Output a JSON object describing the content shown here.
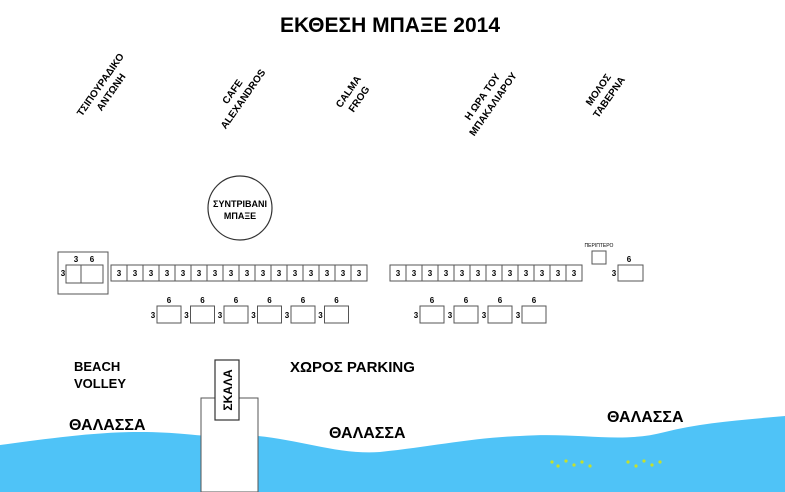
{
  "title": "ΕΚΘΕΣΗ ΜΠΑΞΕ 2014",
  "businesses": [
    {
      "line1": "ΤΣΙΠΟΥΡΑΔΙΚΟ",
      "line2": "ΑΝΤΩΝΗ"
    },
    {
      "line1": "CAFE",
      "line2": "ALEXANDROS"
    },
    {
      "line1": "CALMA",
      "line2": "FROG"
    },
    {
      "line1": "Η ΩΡΑ ΤΟΥ",
      "line2": "ΜΠΑΚΑΛΙΑΡΟΥ"
    },
    {
      "line1": "ΜΟΛΟΣ",
      "line2": "ΤΑΒΕΡΝΑ"
    }
  ],
  "fountain": {
    "line1": "ΣΥΝΤΡΙΒΑΝΙ",
    "line2": "ΜΠΑΞΕ"
  },
  "kiosk_label": "ΠΕΡΙΠΤΕΡΟ",
  "stall_sizes": {
    "small": "3",
    "large": "6"
  },
  "rows": {
    "row1_left_small_count": 16,
    "row1_right_small_count": 12,
    "row2_left_pairs": 6,
    "row2_right_pairs": 4
  },
  "beach_volley": {
    "line1": "BEACH",
    "line2": "VOLLEY"
  },
  "stairs_label": "ΣΚΑΛΑ",
  "parking_label": "ΧΩΡΟΣ PARKING",
  "sea_labels": [
    "ΘΑΛΑΣΣΑ",
    "ΘΑΛΑΣΣΑ",
    "ΘΑΛΑΣΣΑ"
  ],
  "colors": {
    "sea": "#4fc3f7",
    "ink": "#111111",
    "stall_border": "#555555",
    "sea_dots": "#c6e02a"
  }
}
